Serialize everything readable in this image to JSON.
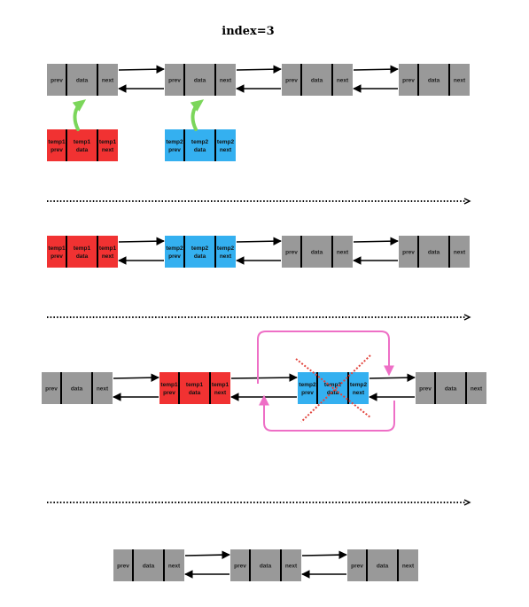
{
  "title": "index=3",
  "colors": {
    "gray": "#999999",
    "red": "#f13232",
    "blue": "#34b0f0",
    "green": "#7bd65a",
    "pink": "#ee6fc6",
    "cross": "#e2453e",
    "line": "#000000",
    "label_gray": "#222222",
    "label_color": "#111111"
  },
  "node_gray": {
    "fields": [
      [
        "prev"
      ],
      [
        "data"
      ],
      [
        "next"
      ]
    ]
  },
  "node_temp1": {
    "fields": [
      [
        "temp1",
        "prev"
      ],
      [
        "temp1",
        "data"
      ],
      [
        "temp1",
        "next"
      ]
    ]
  },
  "node_temp2": {
    "fields": [
      [
        "temp2",
        "prev"
      ],
      [
        "temp2",
        "data"
      ],
      [
        "temp2",
        "next"
      ]
    ]
  }
}
